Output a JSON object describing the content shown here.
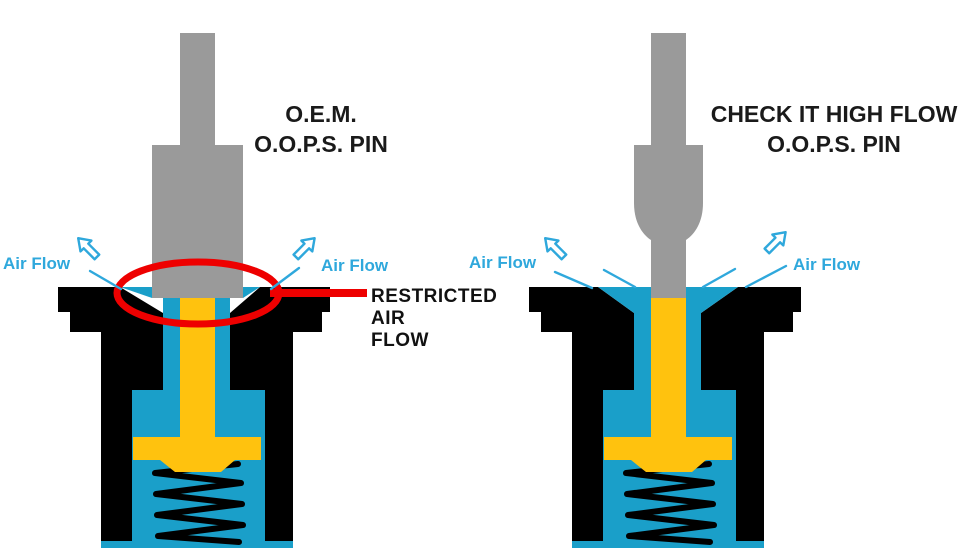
{
  "colors": {
    "background": "#FFFFFF",
    "valve_body_black": "#000000",
    "chamber_teal": "#1A9FC9",
    "pin_yellow": "#FFC20E",
    "pin_gray": "#9A9A9A",
    "highlight_red": "#EE0000",
    "airflow_cyan": "#2FA8DC",
    "title_text": "#1A1A1A"
  },
  "left_diagram": {
    "title_line1": "O.E.M.",
    "title_line2": "O.O.P.S. PIN",
    "airflow_label_left": "Air Flow",
    "airflow_label_right": "Air Flow",
    "restriction_note_line1": "RESTRICTED",
    "restriction_note_line2": "AIR",
    "restriction_note_line3": "FLOW"
  },
  "right_diagram": {
    "title_line1": "CHECK IT HIGH FLOW",
    "title_line2": "O.O.P.S. PIN",
    "airflow_label_left": "Air Flow",
    "airflow_label_right": "Air Flow"
  }
}
